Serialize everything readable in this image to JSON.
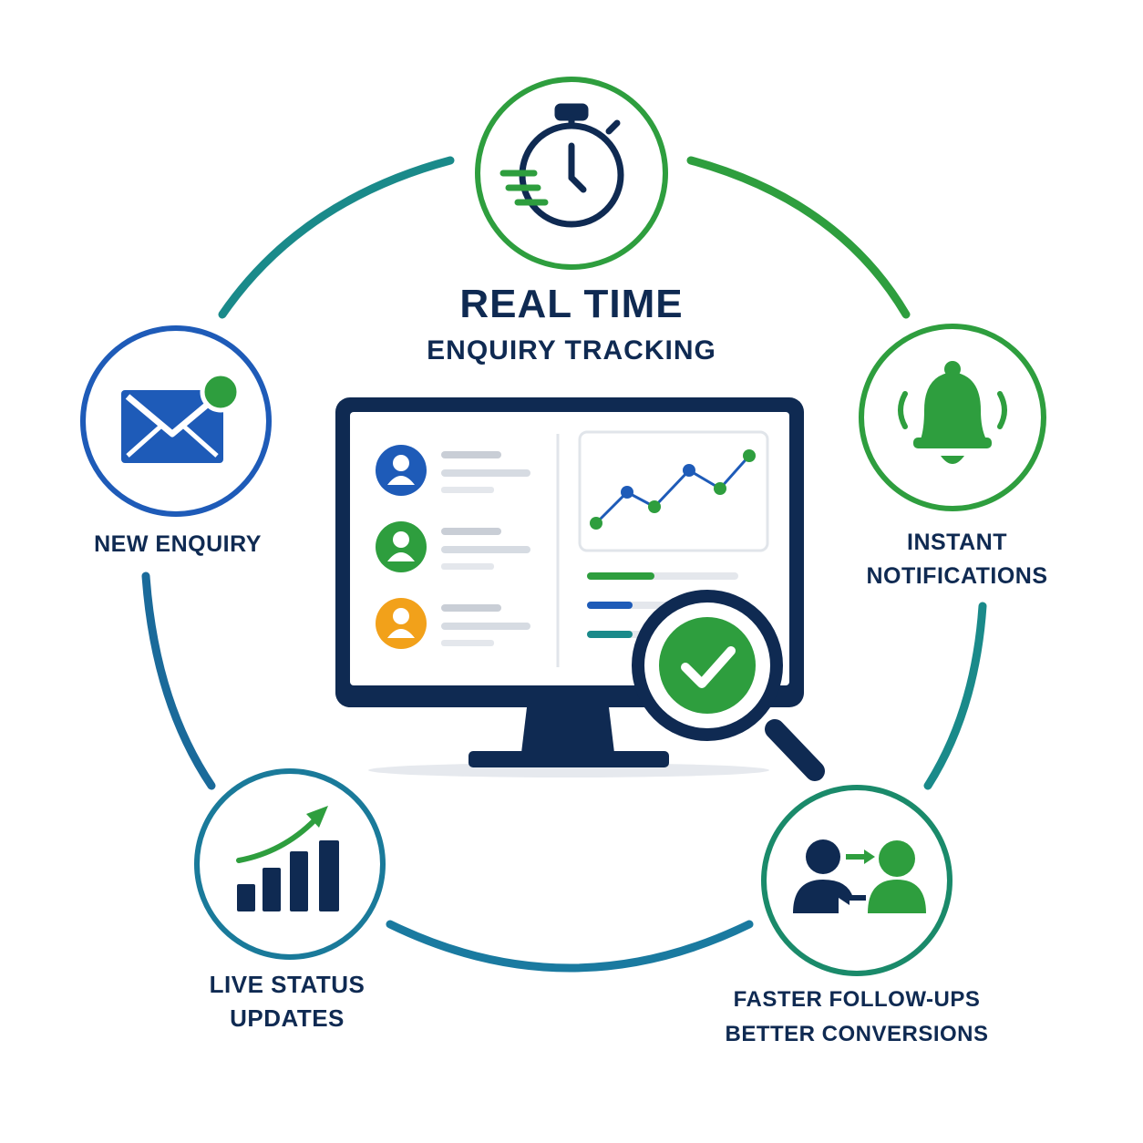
{
  "title": {
    "main": "REAL TIME",
    "sub": "ENQUIRY TRACKING"
  },
  "steps": [
    {
      "id": "timer",
      "icon": "stopwatch-icon",
      "label_lines": []
    },
    {
      "id": "new-enquiry",
      "icon": "envelope-icon",
      "label_lines": [
        "NEW ENQUIRY"
      ]
    },
    {
      "id": "notifications",
      "icon": "bell-icon",
      "label_lines": [
        "INSTANT",
        "NOTIFICATIONS"
      ]
    },
    {
      "id": "live-status",
      "icon": "bar-chart-icon",
      "label_lines": [
        "LIVE STATUS",
        "UPDATES"
      ]
    },
    {
      "id": "follow-ups",
      "icon": "people-exchange-icon",
      "label_lines": [
        "FASTER FOLLOW-UPS",
        "BETTER CONVERSIONS"
      ]
    }
  ],
  "colors": {
    "navy": "#0f2a52",
    "blue": "#1e5bb8",
    "green": "#2e9e3e",
    "teal": "#1a8a8a",
    "orange": "#f2a11a",
    "light_gray": "#d6dbe2"
  }
}
